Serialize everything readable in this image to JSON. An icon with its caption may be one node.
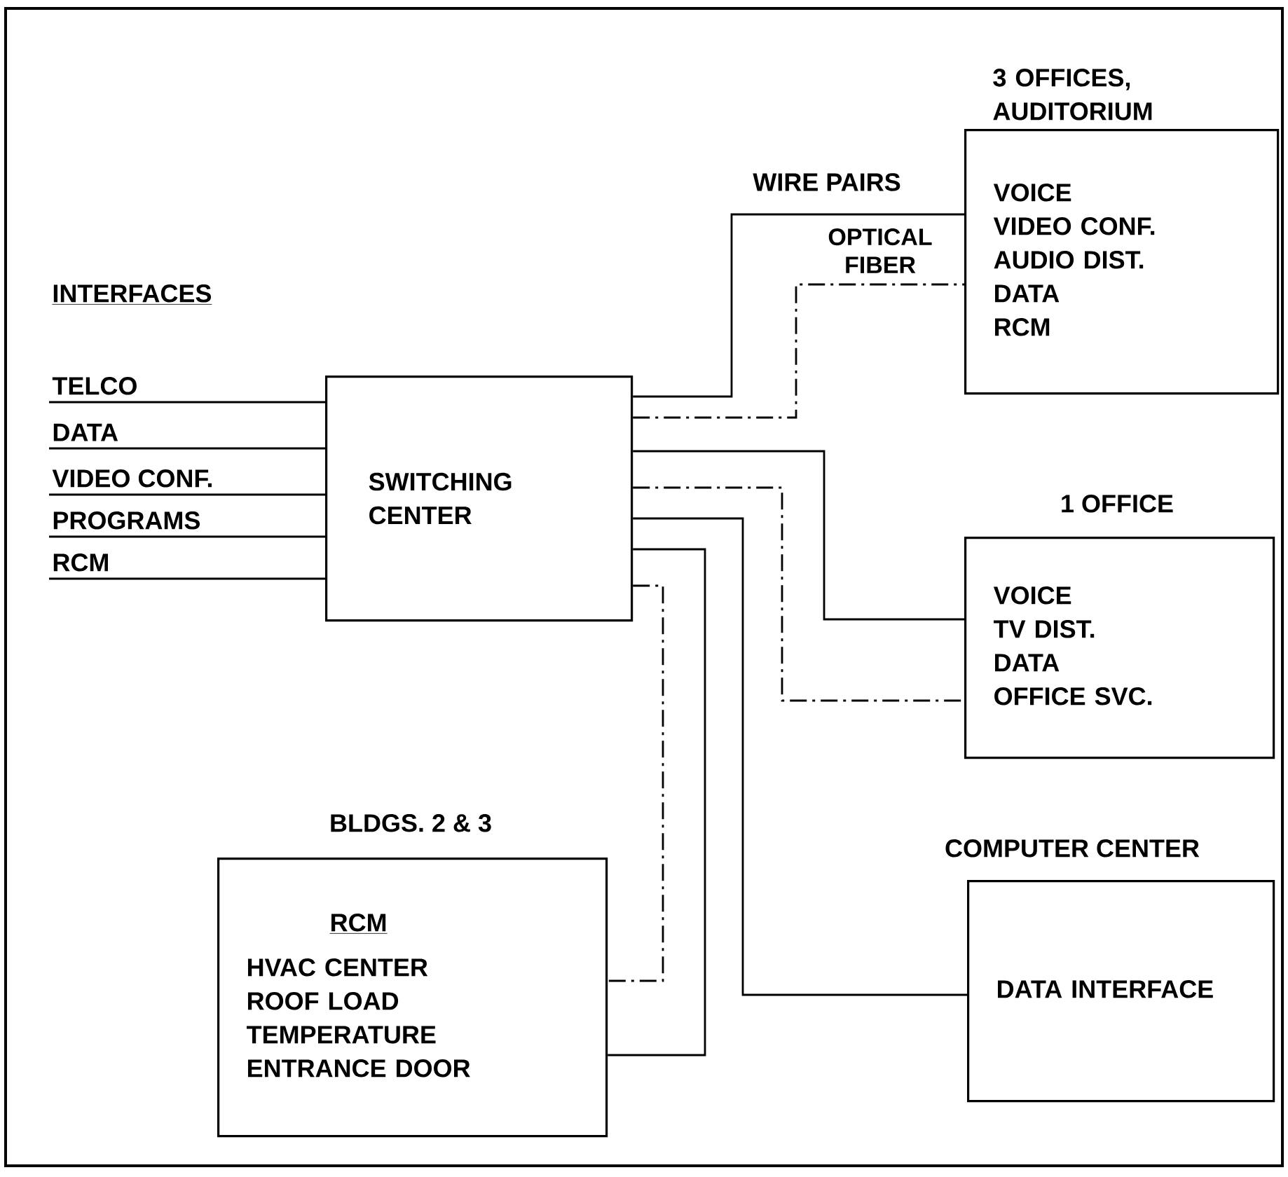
{
  "diagram": {
    "nodes": [
      {
        "text": [
          "TELCO"
        ]
      },
      {
        "text": [
          "DATA"
        ]
      },
      {
        "text": [
          "VIDEO CONF."
        ]
      },
      {
        "text": [
          "PROGRAMS"
        ]
      },
      {
        "text": [
          "RCM"
        ]
      },
      {
        "text": [
          "SWITCHING CENTER"
        ]
      },
      {
        "text": [
          "3 OFFICES, AUDITORIUM",
          "VOICE",
          "VIDEO CONF.",
          "AUDIO DIST.",
          "DATA",
          "RCM"
        ]
      },
      {
        "text": [
          "1 OFFICE",
          "VOICE",
          "TV DIST.",
          "DATA",
          "OFFICE SVC."
        ]
      },
      {
        "text": [
          "COMPUTER CENTER",
          "DATA INTERFACE"
        ]
      },
      {
        "text": [
          "BLDGS. 2 & 3",
          "RCM",
          "HVAC CENTER",
          "ROOF LOAD",
          "TEMPERATURE",
          "ENTRANCE DOOR"
        ]
      }
    ],
    "edges": [
      {
        "from": 0,
        "to": 5,
        "arrow": "none"
      },
      {
        "from": 1,
        "to": 5,
        "arrow": "none"
      },
      {
        "from": 2,
        "to": 5,
        "arrow": "none"
      },
      {
        "from": 3,
        "to": 5,
        "arrow": "none"
      },
      {
        "from": 4,
        "to": 5,
        "arrow": "none"
      },
      {
        "from": 5,
        "to": 6,
        "arrow": "none",
        "label": "WIRE PAIRS"
      },
      {
        "from": 5,
        "to": 6,
        "arrow": "none",
        "label": "OPTICAL FIBER",
        "style": "dashed"
      },
      {
        "from": 5,
        "to": 7,
        "arrow": "none"
      },
      {
        "from": 5,
        "to": 7,
        "arrow": "none",
        "style": "dashed"
      },
      {
        "from": 5,
        "to": 8,
        "arrow": "none"
      },
      {
        "from": 5,
        "to": 9,
        "arrow": "none"
      },
      {
        "from": 5,
        "to": 9,
        "arrow": "none",
        "style": "dashed"
      }
    ],
    "labels": [
      "INTERFACES"
    ]
  }
}
